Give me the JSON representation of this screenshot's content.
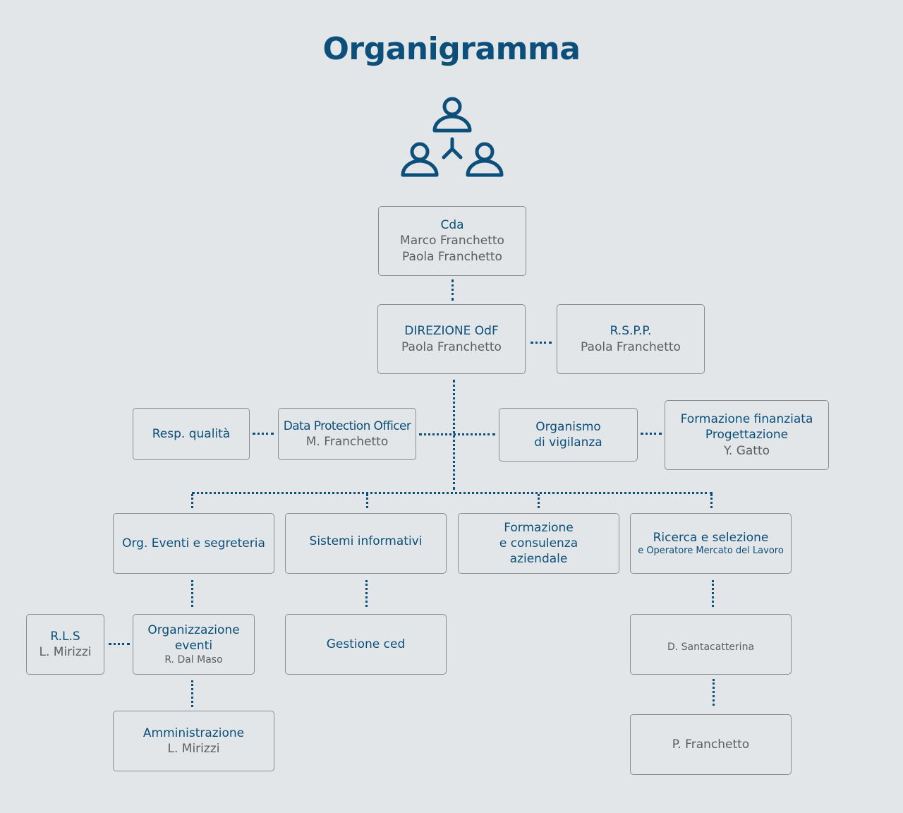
{
  "title": "Organigramma",
  "icon": "org-chart-people-icon",
  "colors": {
    "accent": "#0b4f7a",
    "text_gray": "#5b5e60",
    "border": "#8a8e90",
    "background": "#e2e6e8"
  },
  "nodes": {
    "cda": {
      "role": "Cda",
      "people": [
        "Marco Franchetto",
        "Paola Franchetto"
      ]
    },
    "direzione": {
      "role": "DIREZIONE OdF",
      "person": "Paola Franchetto"
    },
    "rspp": {
      "role": "R.S.P.P.",
      "person": "Paola Franchetto"
    },
    "resp_qualita": {
      "role": "Resp. qualità"
    },
    "dpo": {
      "role": "Data Protection Officer",
      "person": "M. Franchetto"
    },
    "organismo": {
      "role_line1": "Organismo",
      "role_line2": "di vigilanza"
    },
    "formazione_finanziata": {
      "role_line1": "Formazione finanziata",
      "role_line2": "Progettazione",
      "person": "Y. Gatto"
    },
    "org_eventi": {
      "role": "Org. Eventi e segreteria"
    },
    "sistemi": {
      "role": "Sistemi informativi"
    },
    "formazione_consulenza": {
      "role_line1": "Formazione",
      "role_line2": "e consulenza",
      "role_line3": "aziendale"
    },
    "ricerca": {
      "role": "Ricerca e selezione",
      "subrole": "e Operatore Mercato del Lavoro"
    },
    "rls": {
      "role": "R.L.S",
      "person": "L. Mirizzi"
    },
    "organizzazione_eventi": {
      "role_line1": "Organizzazione",
      "role_line2": "eventi",
      "person": "R. Dal Maso"
    },
    "gestione_ced": {
      "role": "Gestione ced"
    },
    "santacatterina": {
      "person": "D. Santacatterina"
    },
    "amministrazione": {
      "role": "Amministrazione",
      "person": "L. Mirizzi"
    },
    "p_franchetto": {
      "person": "P. Franchetto"
    }
  }
}
